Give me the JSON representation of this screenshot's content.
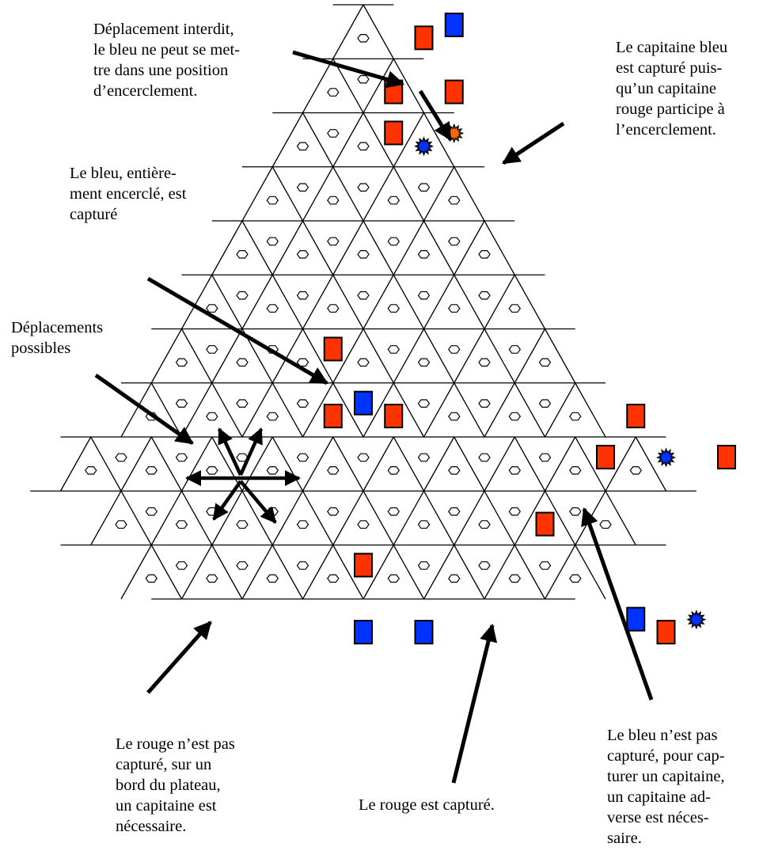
{
  "captions": {
    "forbidden_move": "Déplacement interdit,\nle bleu ne peut se met-\ntre dans une position\nd’encerclement.",
    "blue_captain_captured": "Le capitaine bleu\nest capturé puis-\nqu’un capitaine\nrouge participe à\nl’encerclement.",
    "blue_encircled": "Le bleu, entière-\nment encerclé, est\ncapturé",
    "possible_moves": "Déplacements\npossibles",
    "red_edge_not_captured": "Le rouge n’est pas\ncapturé, sur un\nbord du plateau,\nun capitaine est\nnécessaire.",
    "red_captured": "Le rouge est capturé.",
    "blue_not_captured": "Le bleu n’est pas\ncapturé, pour cap-\nturer un capitaine,\nun capitaine ad-\nverse est néces-\nsaire."
  },
  "colors": {
    "red_piece": "#ff3300",
    "blue_piece": "#0033ff",
    "orange_captain": "#ff6600",
    "blue_captain": "#0033ff",
    "line": "#000000"
  },
  "pieces": {
    "red_soldiers": [
      [
        2,
        2
      ],
      [
        3,
        2
      ],
      [
        3,
        4
      ],
      [
        4,
        3
      ],
      [
        8,
        5
      ],
      [
        9,
        6
      ],
      [
        9,
        8
      ],
      [
        9,
        16
      ],
      [
        10,
        17
      ],
      [
        10,
        21
      ],
      [
        11,
        14
      ],
      [
        12,
        7
      ],
      [
        13,
        16
      ]
    ],
    "blue_soldiers": [
      [
        2,
        3
      ],
      [
        9,
        7
      ],
      [
        13,
        6
      ],
      [
        13,
        8
      ],
      [
        13,
        15
      ]
    ],
    "blue_captains": [
      [
        4,
        4
      ],
      [
        10,
        19
      ],
      [
        13,
        17
      ]
    ],
    "orange_captains": [
      [
        4,
        5
      ]
    ]
  }
}
